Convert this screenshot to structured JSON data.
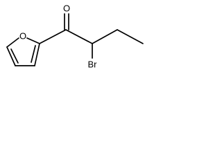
{
  "molecule": {
    "atoms": {
      "ring_oxygen": "O",
      "carbonyl_oxygen": "O",
      "bromine": "Br"
    }
  }
}
